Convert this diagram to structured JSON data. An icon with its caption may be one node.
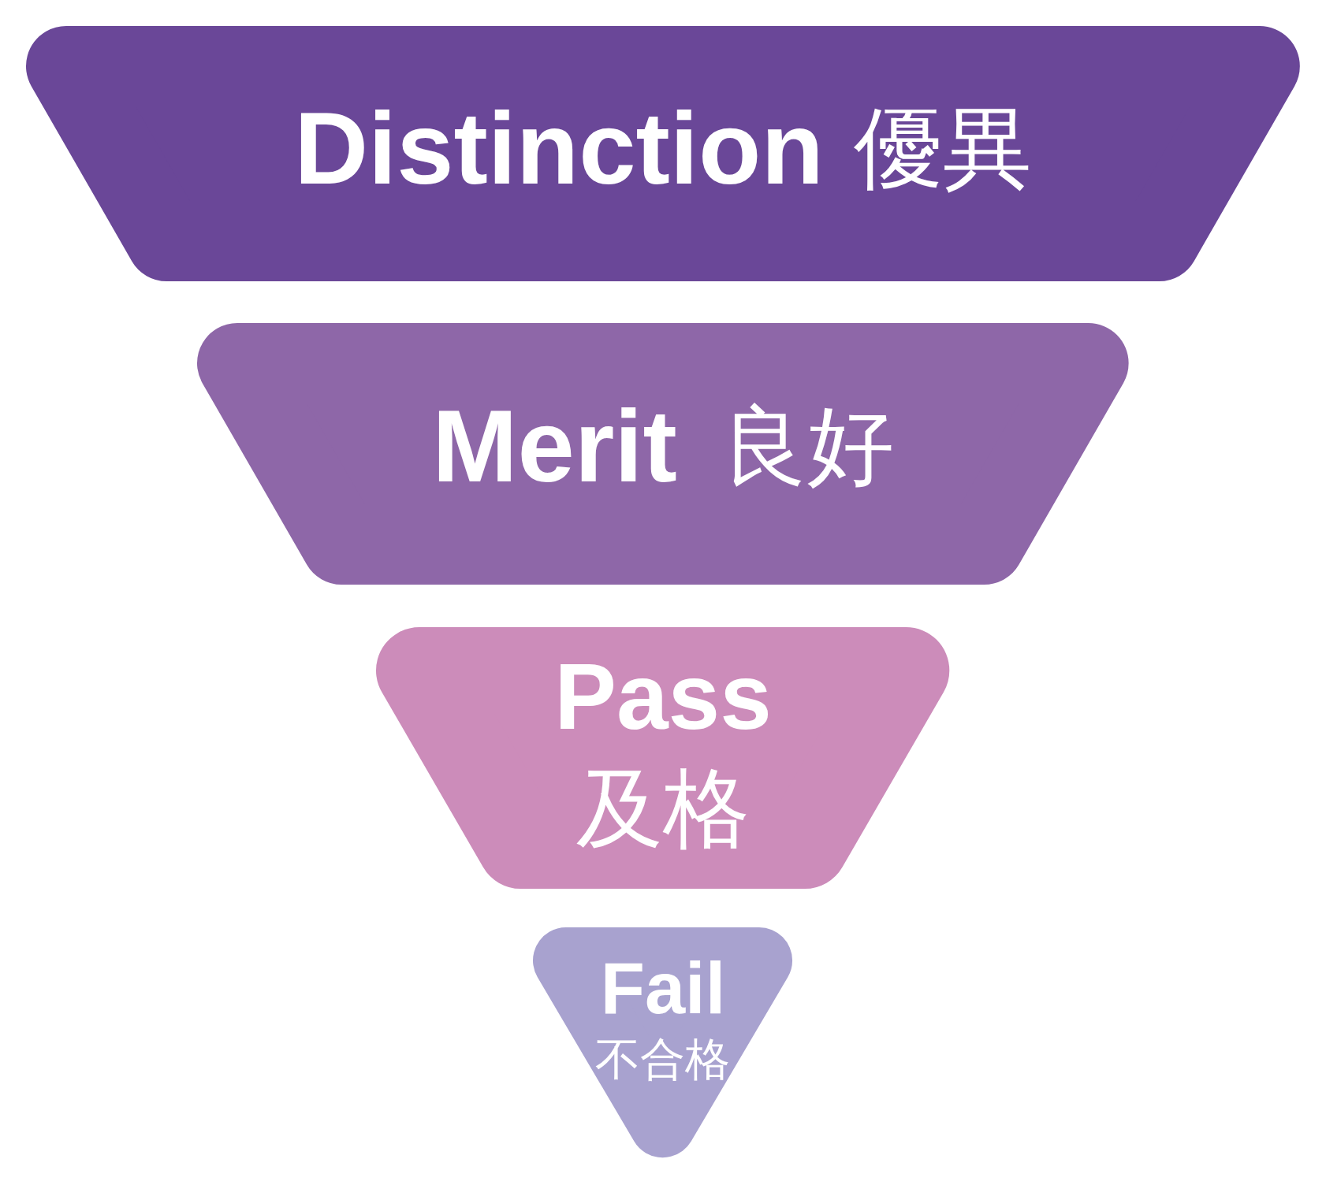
{
  "diagram": {
    "nodes": [
      {
        "text": [
          "Distinction",
          "優異"
        ]
      },
      {
        "text": [
          "Merit",
          "良好"
        ]
      },
      {
        "text": [
          "Pass",
          "及格"
        ]
      },
      {
        "text": [
          "Fail",
          "不合格"
        ]
      }
    ]
  }
}
